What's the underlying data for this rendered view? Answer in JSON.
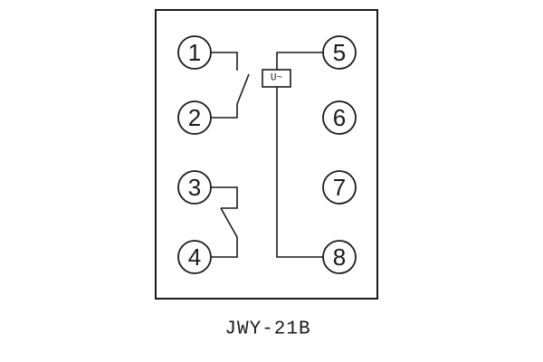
{
  "diagram": {
    "model_label": "JWY-21B",
    "coil_label": "U~",
    "terminals": [
      {
        "label": "1"
      },
      {
        "label": "2"
      },
      {
        "label": "3"
      },
      {
        "label": "4"
      },
      {
        "label": "5"
      },
      {
        "label": "6"
      },
      {
        "label": "7"
      },
      {
        "label": "8"
      }
    ],
    "colors": {
      "line": "#1a1a1a",
      "background": "#ffffff"
    }
  }
}
